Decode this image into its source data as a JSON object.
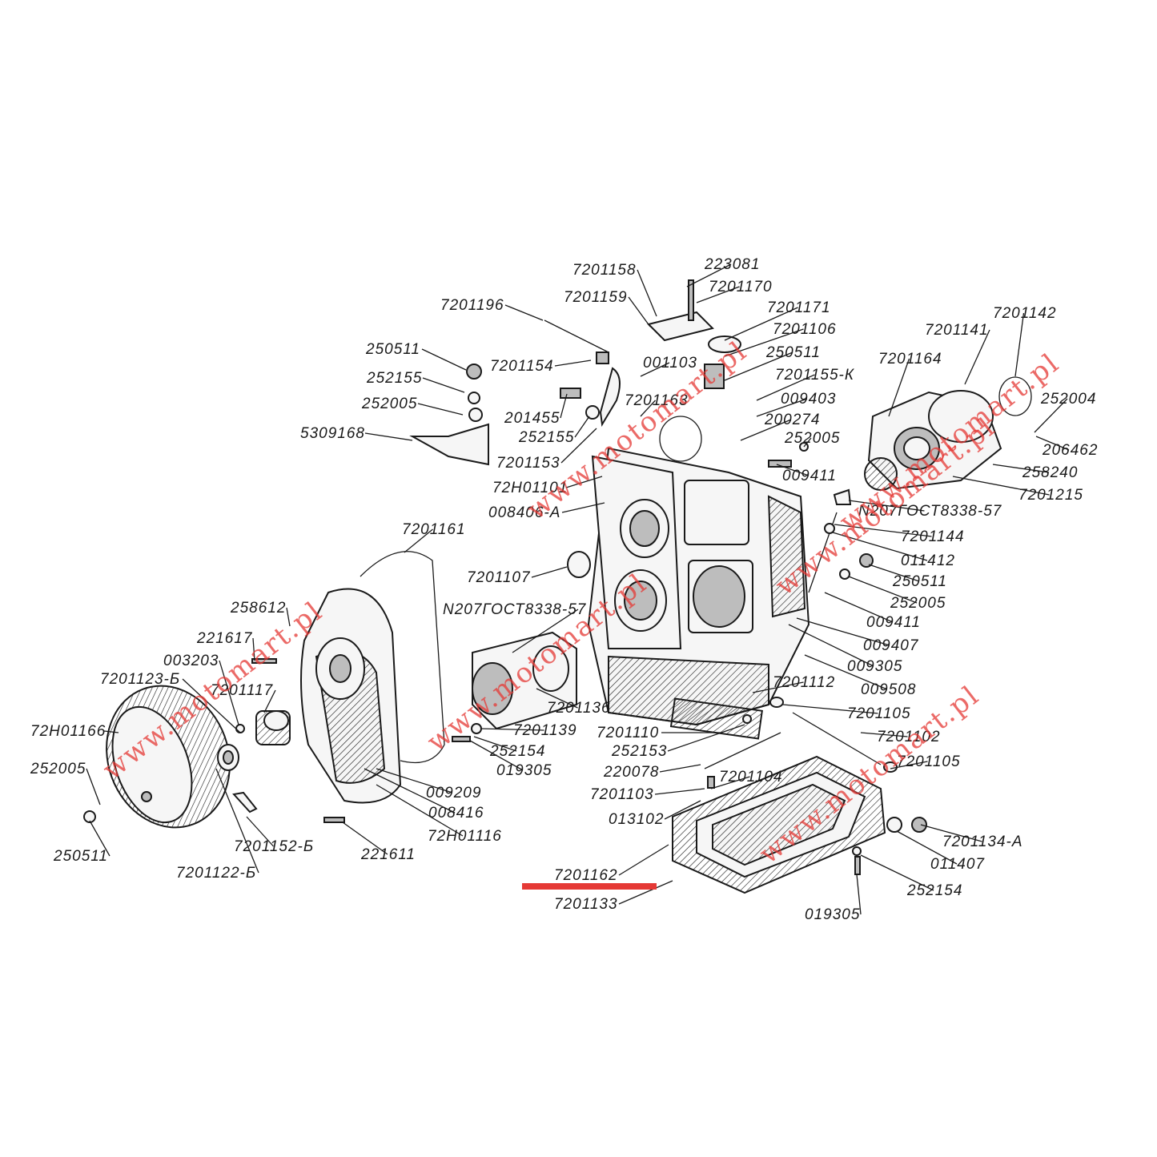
{
  "watermark": "www.motomart.pl",
  "highlight_color": "#e53935",
  "labels": [
    "7201158",
    "223081",
    "7201170",
    "7201159",
    "7201171",
    "7201196",
    "7201106",
    "250511",
    "250511",
    "7201142",
    "7201141",
    "7201164",
    "252155",
    "7201154",
    "001103",
    "7201155-К",
    "252005",
    "009403",
    "252004",
    "201455",
    "7201163",
    "200274",
    "5309168",
    "252155",
    "252005",
    "206462",
    "258240",
    "7201153",
    "72Н01101",
    "009411",
    "7201215",
    "008406-А",
    "N207ГОСТ8338-57",
    "7201144",
    "7201161",
    "011412",
    "250511",
    "7201107",
    "252005",
    "258612",
    "N207ГОСТ8338-57",
    "009411",
    "221617",
    "009407",
    "003203",
    "009305",
    "7201123-Б",
    "7201117",
    "7201112",
    "009508",
    "72Н01166",
    "7201136",
    "7201105",
    "7201139",
    "7201110",
    "7201102",
    "252154",
    "252153",
    "7201105",
    "252005",
    "019305",
    "220078",
    "7201104",
    "009209",
    "7201103",
    "013102",
    "008416",
    "7201134-А",
    "72Н01116",
    "011407",
    "250511",
    "7201152-Б",
    "221611",
    "7201122-Б",
    "7201162",
    "252154",
    "7201133",
    "019305"
  ]
}
